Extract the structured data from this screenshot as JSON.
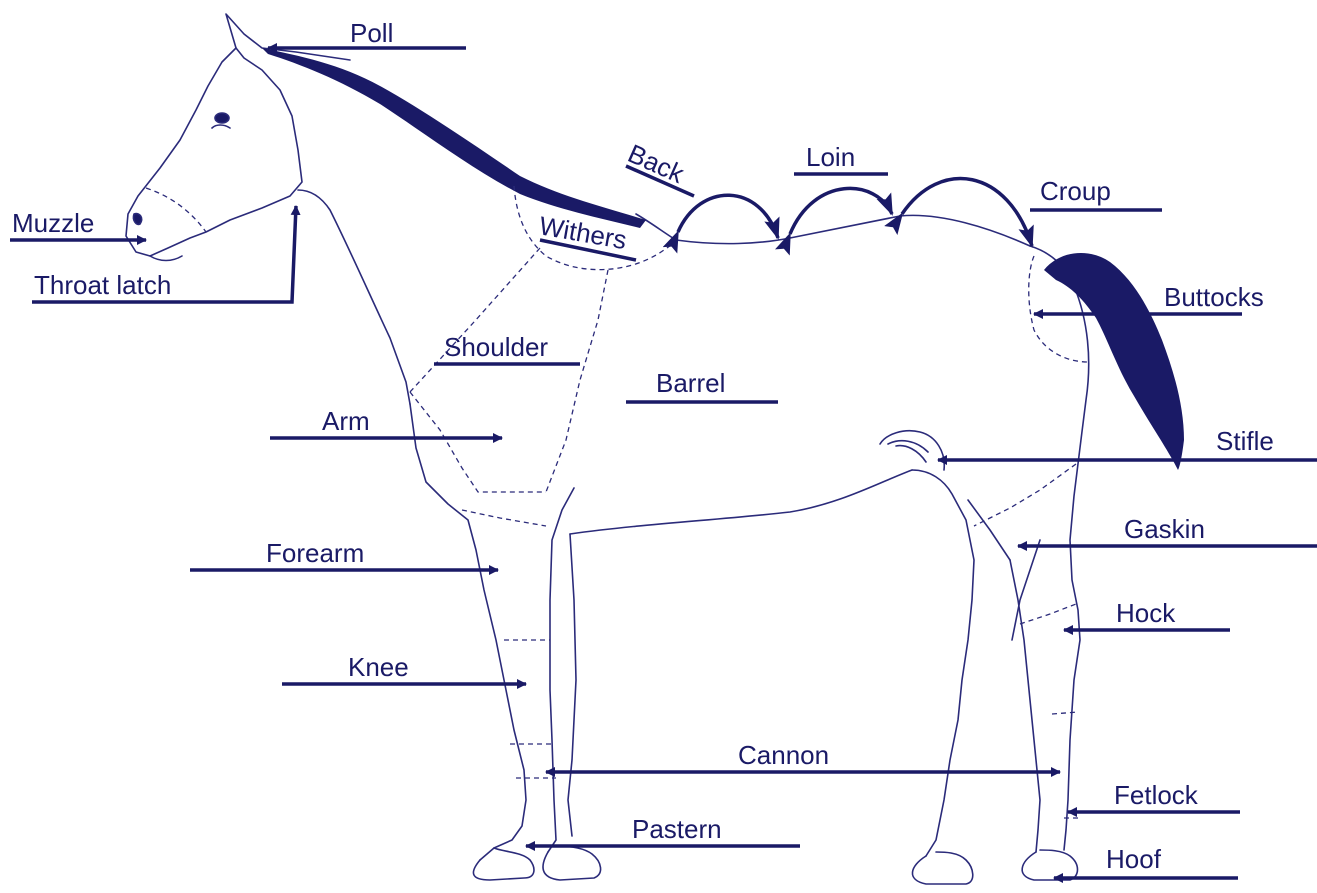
{
  "colors": {
    "ink": "#1a1a66",
    "outline": "#2b2b7a",
    "background": "#ffffff"
  },
  "labels": {
    "poll": "Poll",
    "muzzle": "Muzzle",
    "throat_latch": "Throat latch",
    "back": "Back",
    "loin": "Loin",
    "croup": "Croup",
    "withers": "Withers",
    "buttocks": "Buttocks",
    "shoulder": "Shoulder",
    "barrel": "Barrel",
    "arm": "Arm",
    "stifle": "Stifle",
    "gaskin": "Gaskin",
    "forearm": "Forearm",
    "hock": "Hock",
    "knee": "Knee",
    "cannon": "Cannon",
    "fetlock": "Fetlock",
    "pastern": "Pastern",
    "hoof": "Hoof"
  }
}
